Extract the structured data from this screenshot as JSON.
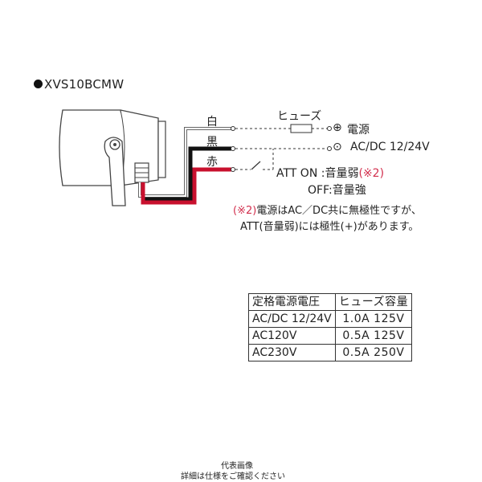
{
  "model": "XVS10BCMW",
  "wires": {
    "white": "白",
    "black": "黒",
    "red": "赤"
  },
  "fuse_label": "ヒューズ",
  "power": {
    "label": "電源",
    "plus": "⊕",
    "minus": "⊙",
    "voltage": "AC/DC 12/24V"
  },
  "att": {
    "on": "ATT ON :音量弱",
    "on_mark": "(※2)",
    "off": "OFF:音量強"
  },
  "note": {
    "mark": "(※2)",
    "line1": "電源はAC／DC共に無極性ですが、",
    "line2": "ATT(音量弱)には極性(+)があります。"
  },
  "table": {
    "headers": [
      "定格電源電圧",
      "ヒューズ容量"
    ],
    "rows": [
      [
        "AC/DC 12/24V",
        "1.0A 125V"
      ],
      [
        "AC120V",
        "0.5A 125V"
      ],
      [
        "AC230V",
        "0.5A 250V"
      ]
    ]
  },
  "footer": {
    "line1": "代表画像",
    "line2": "詳細は仕様をご確認ください"
  },
  "colors": {
    "red_wire": "#c8102e",
    "accent_red": "#d22f4d",
    "black_wire": "#111111"
  }
}
